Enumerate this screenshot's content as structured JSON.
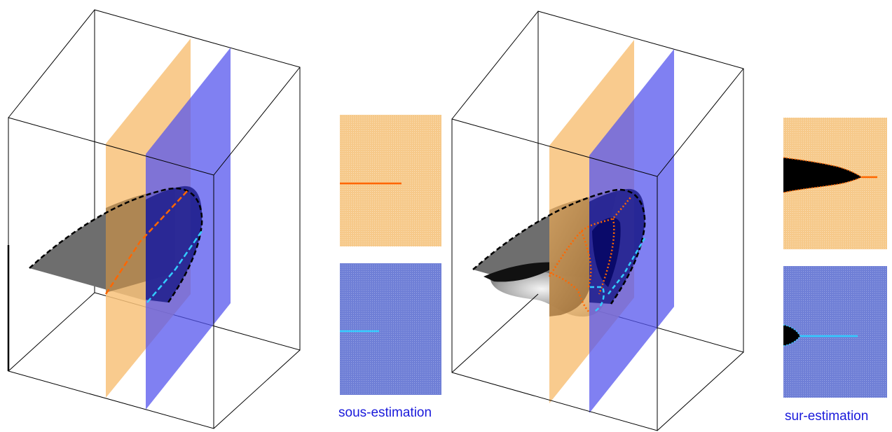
{
  "captions": {
    "left": "sous-estimation",
    "right": "sur-estimation"
  },
  "colors": {
    "orange_plane": "#f8c27a",
    "blue_plane": "#5555ee",
    "orange_panel": "#f6c98a",
    "blue_panel": "#6f7fd6",
    "orange_line": "#ff6600",
    "blue_line": "#33ccff",
    "surface_gray": "#6e6e6e",
    "caption_text": "#1a1adb",
    "box_edges": "#000000"
  },
  "panels": [
    {
      "name": "left-orange-slice",
      "line": "orange",
      "blob": false
    },
    {
      "name": "left-blue-slice",
      "line": "blue",
      "blob": false
    },
    {
      "name": "right-orange-slice",
      "line": "orange",
      "blob": true
    },
    {
      "name": "right-blue-slice",
      "line": "blue",
      "blob": true
    }
  ]
}
